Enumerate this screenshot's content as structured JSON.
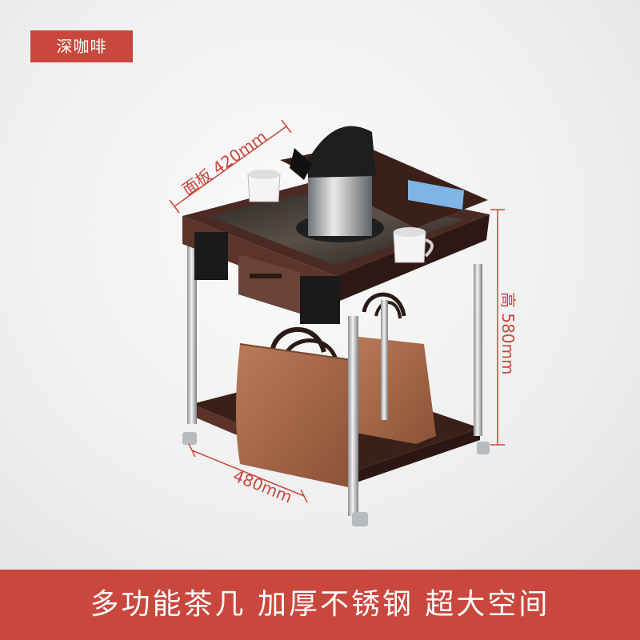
{
  "color_tag": "深咖啡",
  "dimensions": {
    "panel": "面板 420mm",
    "height": "高 580mm",
    "width": "480mm"
  },
  "footer": "多功能茶几 加厚不锈钢 超大空间",
  "colors": {
    "accent": "#c9473d",
    "tray": "#4a2a22",
    "bag": "#a86a4a",
    "steel": "#c8cacc"
  }
}
